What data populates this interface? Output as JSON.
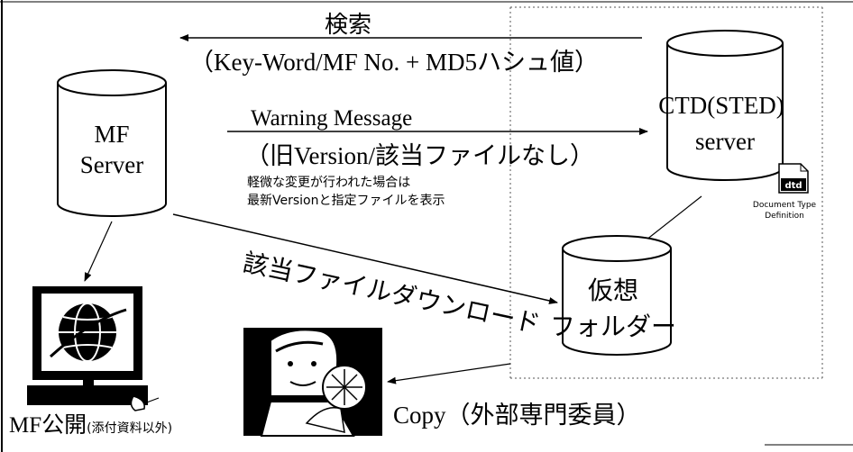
{
  "search": {
    "title": "検索",
    "detail": "（Key-Word/MF No. + MD5ハシュ値）"
  },
  "mf_server": {
    "line1": "MF",
    "line2": "Server"
  },
  "ctd_server": {
    "line1": "CTD(STED)",
    "line2": "server"
  },
  "warning": {
    "title": "Warning Message",
    "detail": "（旧Version/該当ファイルなし）",
    "note1": "軽微な変更が行われた場合は",
    "note2": "最新Versionと指定ファイルを表示"
  },
  "dtd_icon": {
    "label1": "Document Type",
    "label2": "Definition",
    "badge": "dtd"
  },
  "download": {
    "label": "該当ファイルダウンロード"
  },
  "virtual_folder": {
    "line1": "仮想",
    "line2": "フォルダー"
  },
  "copy": {
    "label": "Copy（外部専門委員）"
  },
  "mf_public": {
    "main": "MF公開",
    "sub": "(添付資料以外)"
  }
}
